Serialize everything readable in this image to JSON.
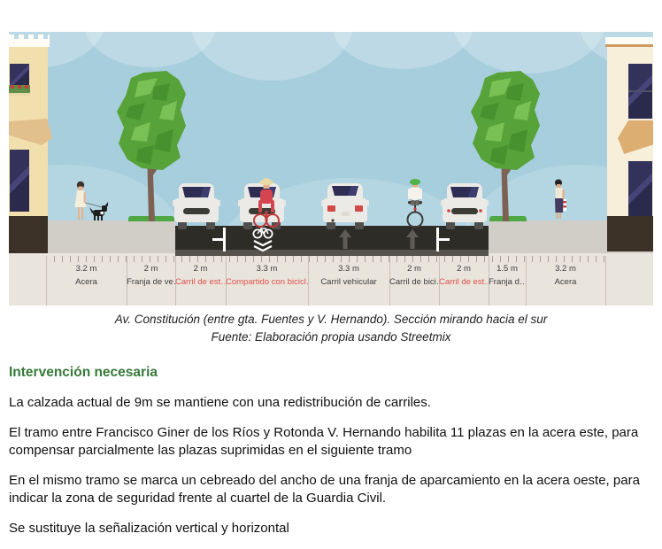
{
  "street_section": {
    "segments": [
      {
        "width": "3.2 m",
        "name": "Acera",
        "red": false
      },
      {
        "width": "2 m",
        "name": "Franja de ve…",
        "red": false
      },
      {
        "width": "2 m",
        "name": "Carril de est…",
        "red": true
      },
      {
        "width": "3.3 m",
        "name": "Compartido con bicicl…",
        "red": true
      },
      {
        "width": "3.3 m",
        "name": "Carril vehicular",
        "red": false
      },
      {
        "width": "2 m",
        "name": "Carril de bici…",
        "red": false
      },
      {
        "width": "2 m",
        "name": "Carril de est…",
        "red": true
      },
      {
        "width": "1.5 m",
        "name": "Franja d…",
        "red": false
      },
      {
        "width": "3.2 m",
        "name": "Acera",
        "red": false
      }
    ],
    "colors": {
      "sky": "#a7cedd",
      "ground": "#e9e4dc",
      "road": "#2d2c27",
      "sidewalk": "#d1cec8",
      "label_dark": "#3f3f3f",
      "label_red": "#e0524e"
    }
  },
  "caption": {
    "line1": "Av. Constitución (entre gta. Fuentes y V. Hernando). Sección mirando hacia el sur",
    "line2": "Fuente: Elaboración propia usando Streetmix"
  },
  "body": {
    "heading": "Intervención necesaria",
    "heading_color": "#37793a",
    "paragraphs": [
      "La calzada actual de 9m se mantiene con una redistribución de carriles.",
      "El tramo entre Francisco Giner de los Ríos y Rotonda V. Hernando habilita 11 plazas en la acera este, para compensar parcialmente las plazas suprimidas en el siguiente tramo",
      "En el mismo tramo se marca un cebreado del ancho de una franja de aparcamiento en la acera oeste, para indicar la zona de seguridad frente al cuartel de la Guardia Civil.",
      "Se sustituye la señalización vertical y horizontal"
    ]
  }
}
